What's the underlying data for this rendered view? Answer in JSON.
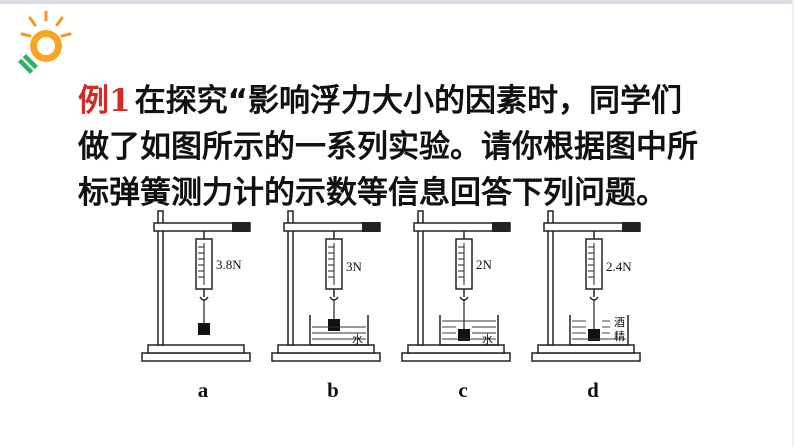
{
  "text": {
    "label": "例1",
    "line1": "在探究“影响浮力大小的因素时，同学们",
    "line2": "做了如图所示的一系列实验。请你根据图中所",
    "line3": "标弹簧测力计的示数等信息回答下列问题。"
  },
  "figures": [
    {
      "id": "a",
      "reading": "3.8N",
      "label": "a",
      "liquid": ""
    },
    {
      "id": "b",
      "reading": "3N",
      "label": "b",
      "liquid": "水"
    },
    {
      "id": "c",
      "reading": "2N",
      "label": "c",
      "liquid": "水"
    },
    {
      "id": "d",
      "reading": "2.4N",
      "label": "d",
      "liquid_line1": "酒",
      "liquid_line2": "精"
    }
  ],
  "colors": {
    "label_red": "#d22a24",
    "bulb_orange": "#f29a1e",
    "bulb_green": "#2fb36b",
    "line": "#222222"
  },
  "icon": "lightbulb-icon"
}
